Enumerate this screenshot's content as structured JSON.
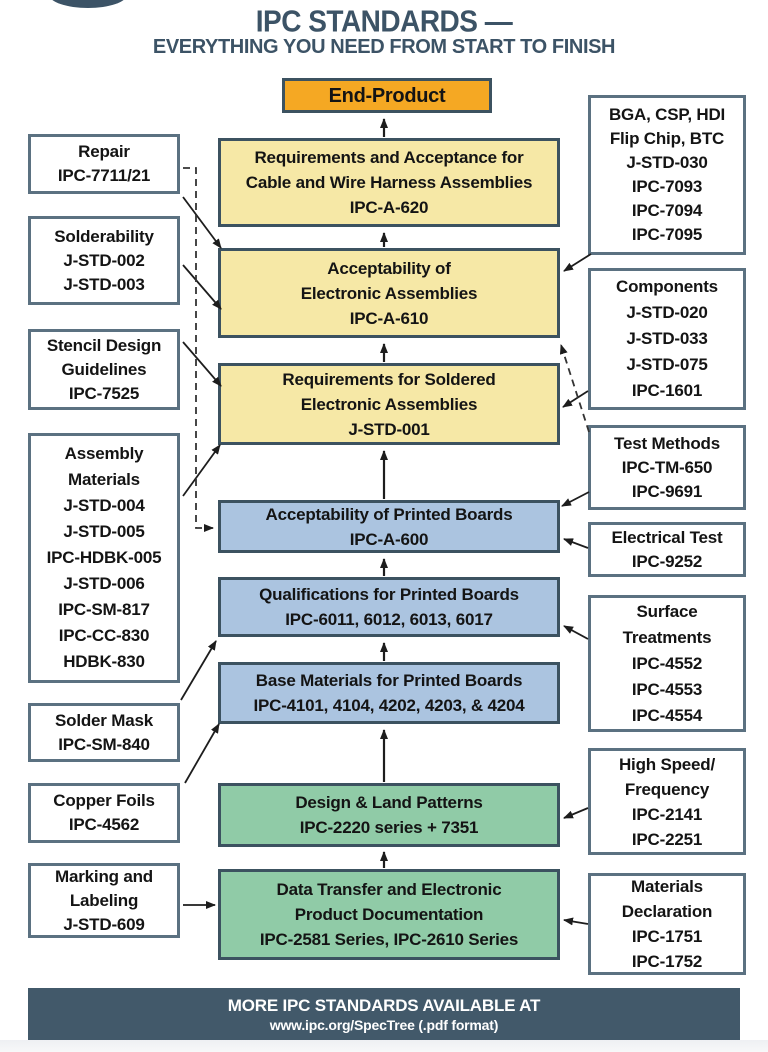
{
  "header": {
    "title": "IPC STANDARDS —",
    "subtitle": "EVERYTHING YOU NEED FROM START TO FINISH"
  },
  "boxes": {
    "end_product": {
      "text": "End-Product"
    },
    "ipc_a_620": {
      "text": "Requirements and Acceptance for\nCable and Wire Harness Assemblies\nIPC-A-620"
    },
    "ipc_a_610": {
      "text": "Acceptability of\nElectronic Assemblies\nIPC-A-610"
    },
    "j_std_001": {
      "text": "Requirements for Soldered\nElectronic Assemblies\nJ-STD-001"
    },
    "ipc_a_600": {
      "text": "Acceptability of Printed Boards\nIPC-A-600"
    },
    "qualifications": {
      "text": "Qualifications for Printed Boards\nIPC-6011, 6012, 6013, 6017"
    },
    "base_materials": {
      "text": "Base Materials for Printed Boards\nIPC-4101, 4104, 4202, 4203, & 4204"
    },
    "design_land": {
      "text": "Design & Land Patterns\nIPC-2220 series + 7351"
    },
    "data_transfer": {
      "text": "Data Transfer and Electronic\nProduct Documentation\nIPC-2581 Series, IPC-2610 Series"
    },
    "repair": {
      "text": "Repair\nIPC-7711/21"
    },
    "solderability": {
      "text": "Solderability\nJ-STD-002\nJ-STD-003"
    },
    "stencil": {
      "text": "Stencil Design\nGuidelines\nIPC-7525"
    },
    "assembly_materials": {
      "text": "Assembly\nMaterials\nJ-STD-004\nJ-STD-005\nIPC-HDBK-005\nJ-STD-006\nIPC-SM-817\nIPC-CC-830\nHDBK-830"
    },
    "solder_mask": {
      "text": "Solder Mask\nIPC-SM-840"
    },
    "copper_foils": {
      "text": "Copper Foils\nIPC-4562"
    },
    "marking_labeling": {
      "text": "Marking and\nLabeling\nJ-STD-609"
    },
    "bga": {
      "text": "BGA, CSP, HDI\nFlip Chip, BTC\nJ-STD-030\nIPC-7093\nIPC-7094\nIPC-7095"
    },
    "components": {
      "text": "Components\nJ-STD-020\nJ-STD-033\nJ-STD-075\nIPC-1601"
    },
    "test_methods": {
      "text": "Test Methods\nIPC-TM-650\nIPC-9691"
    },
    "electrical_test": {
      "text": "Electrical Test\nIPC-9252"
    },
    "surface_treatments": {
      "text": "Surface\nTreatments\nIPC-4552\nIPC-4553\nIPC-4554"
    },
    "high_speed": {
      "text": "High Speed/\nFrequency\nIPC-2141\nIPC-2251"
    },
    "materials_declaration": {
      "text": "Materials\nDeclaration\nIPC-1751\nIPC-1752"
    }
  },
  "footer": {
    "line1": "MORE IPC STANDARDS AVAILABLE AT",
    "line2": "www.ipc.org/SpecTree (.pdf format)"
  },
  "colors": {
    "yellow": "#F6E8A6",
    "blue": "#ABC4E0",
    "green": "#90CBA7",
    "orange": "#F5A823",
    "border_dark": "#3C5260",
    "border_light": "#5B7181",
    "banner": "#42596A",
    "title": "#3C5366",
    "ink": "#141414",
    "arrow": "#1d1d1d"
  }
}
